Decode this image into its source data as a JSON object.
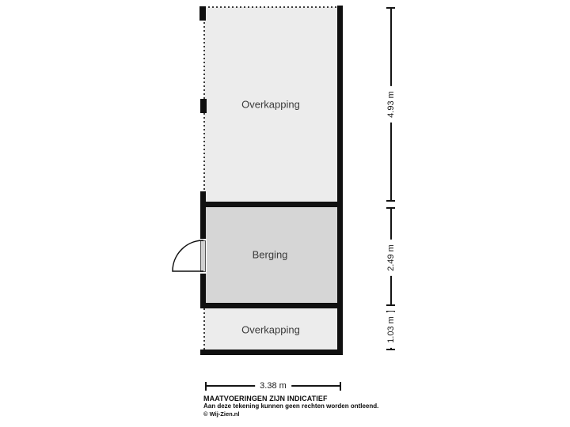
{
  "floorplan": {
    "rooms": [
      {
        "label": "Overkapping",
        "position": "top"
      },
      {
        "label": "Berging",
        "position": "middle"
      },
      {
        "label": "Overkapping",
        "position": "bottom"
      }
    ],
    "dimensions": {
      "vertical": [
        {
          "label": "4.93 m"
        },
        {
          "label": "2.49 m"
        },
        {
          "label": "1.03 m"
        }
      ],
      "horizontal": {
        "label": "3.38 m"
      }
    },
    "disclaimer": {
      "line1": "MAATVOERINGEN ZIJN INDICATIEF",
      "line2": "Aan deze tekening kunnen geen rechten worden ontleend.",
      "line3": "© Wij-Zien.nl"
    },
    "colors": {
      "canopy_fill": "#ececec",
      "storage_fill": "#d6d6d6",
      "wall": "#101010",
      "background": "#ffffff"
    }
  }
}
